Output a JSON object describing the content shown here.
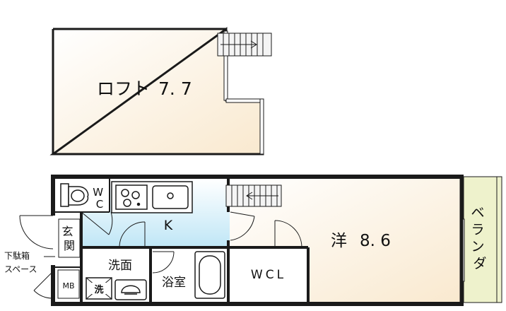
{
  "loft": {
    "name": "ロフト",
    "size": "7.7"
  },
  "western_room": {
    "name": "洋",
    "size": "8.6"
  },
  "kitchen": "K",
  "wc": [
    "W",
    "C"
  ],
  "entrance": [
    "玄",
    "関"
  ],
  "washroom": "洗面",
  "washer": "洗",
  "bath": "浴室",
  "wcl": "WCL",
  "mb": "MB",
  "shoe_space": [
    "下駄箱",
    "スペース"
  ],
  "balcony": [
    "ベ",
    "ラ",
    "ン",
    "ダ"
  ],
  "colors": {
    "wall": "#1a1a1a",
    "floor_cream": "#fdf3e3",
    "floor_blue": "#daf1fb",
    "balcony_green": "#eef2cc",
    "stairs": "#f4f4f4"
  }
}
